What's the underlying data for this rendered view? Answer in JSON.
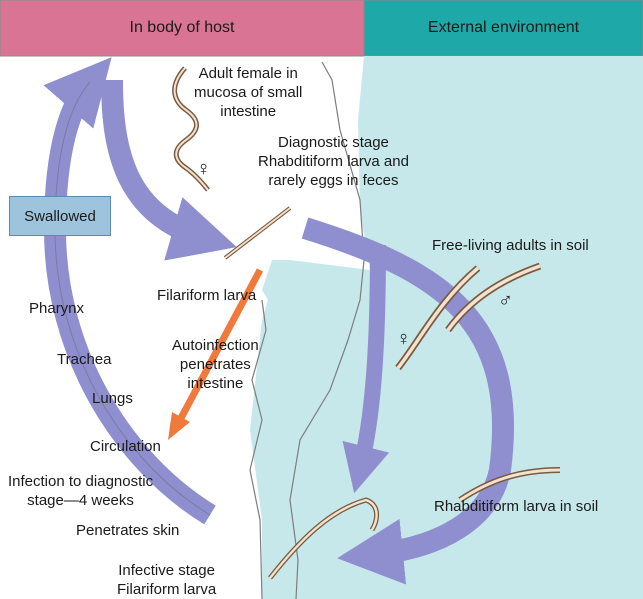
{
  "header": {
    "host_title": "In body of host",
    "env_title": "External environment",
    "host_color": "#d97494",
    "env_color": "#1fa8a8"
  },
  "colors": {
    "env_background": "#c7e8ea",
    "cycle_arrow": "#8f8fd0",
    "autoinfection_arrow": "#f07a3c"
  },
  "labels": {
    "adult_female": "Adult female in\nmucosa of small\nintestine",
    "diagnostic_stage": "Diagnostic stage\nRhabditiform larva and\nrarely eggs in feces",
    "swallowed": "Swallowed",
    "free_living": "Free-living adults in soil",
    "filariform_larva": "Filariform larva",
    "pharynx": "Pharynx",
    "trachea": "Trachea",
    "lungs": "Lungs",
    "autoinfection": "Autoinfection\npenetrates\nintestine",
    "circulation": "Circulation",
    "infection_time": "Infection to diagnostic\nstage—4 weeks",
    "penetrates_skin": "Penetrates skin",
    "rhabditiform_soil": "Rhabditiform larva in soil",
    "infective_stage": "Infective stage\nFilariform larva",
    "female_symbol": "♀",
    "male_symbol": "♂"
  }
}
